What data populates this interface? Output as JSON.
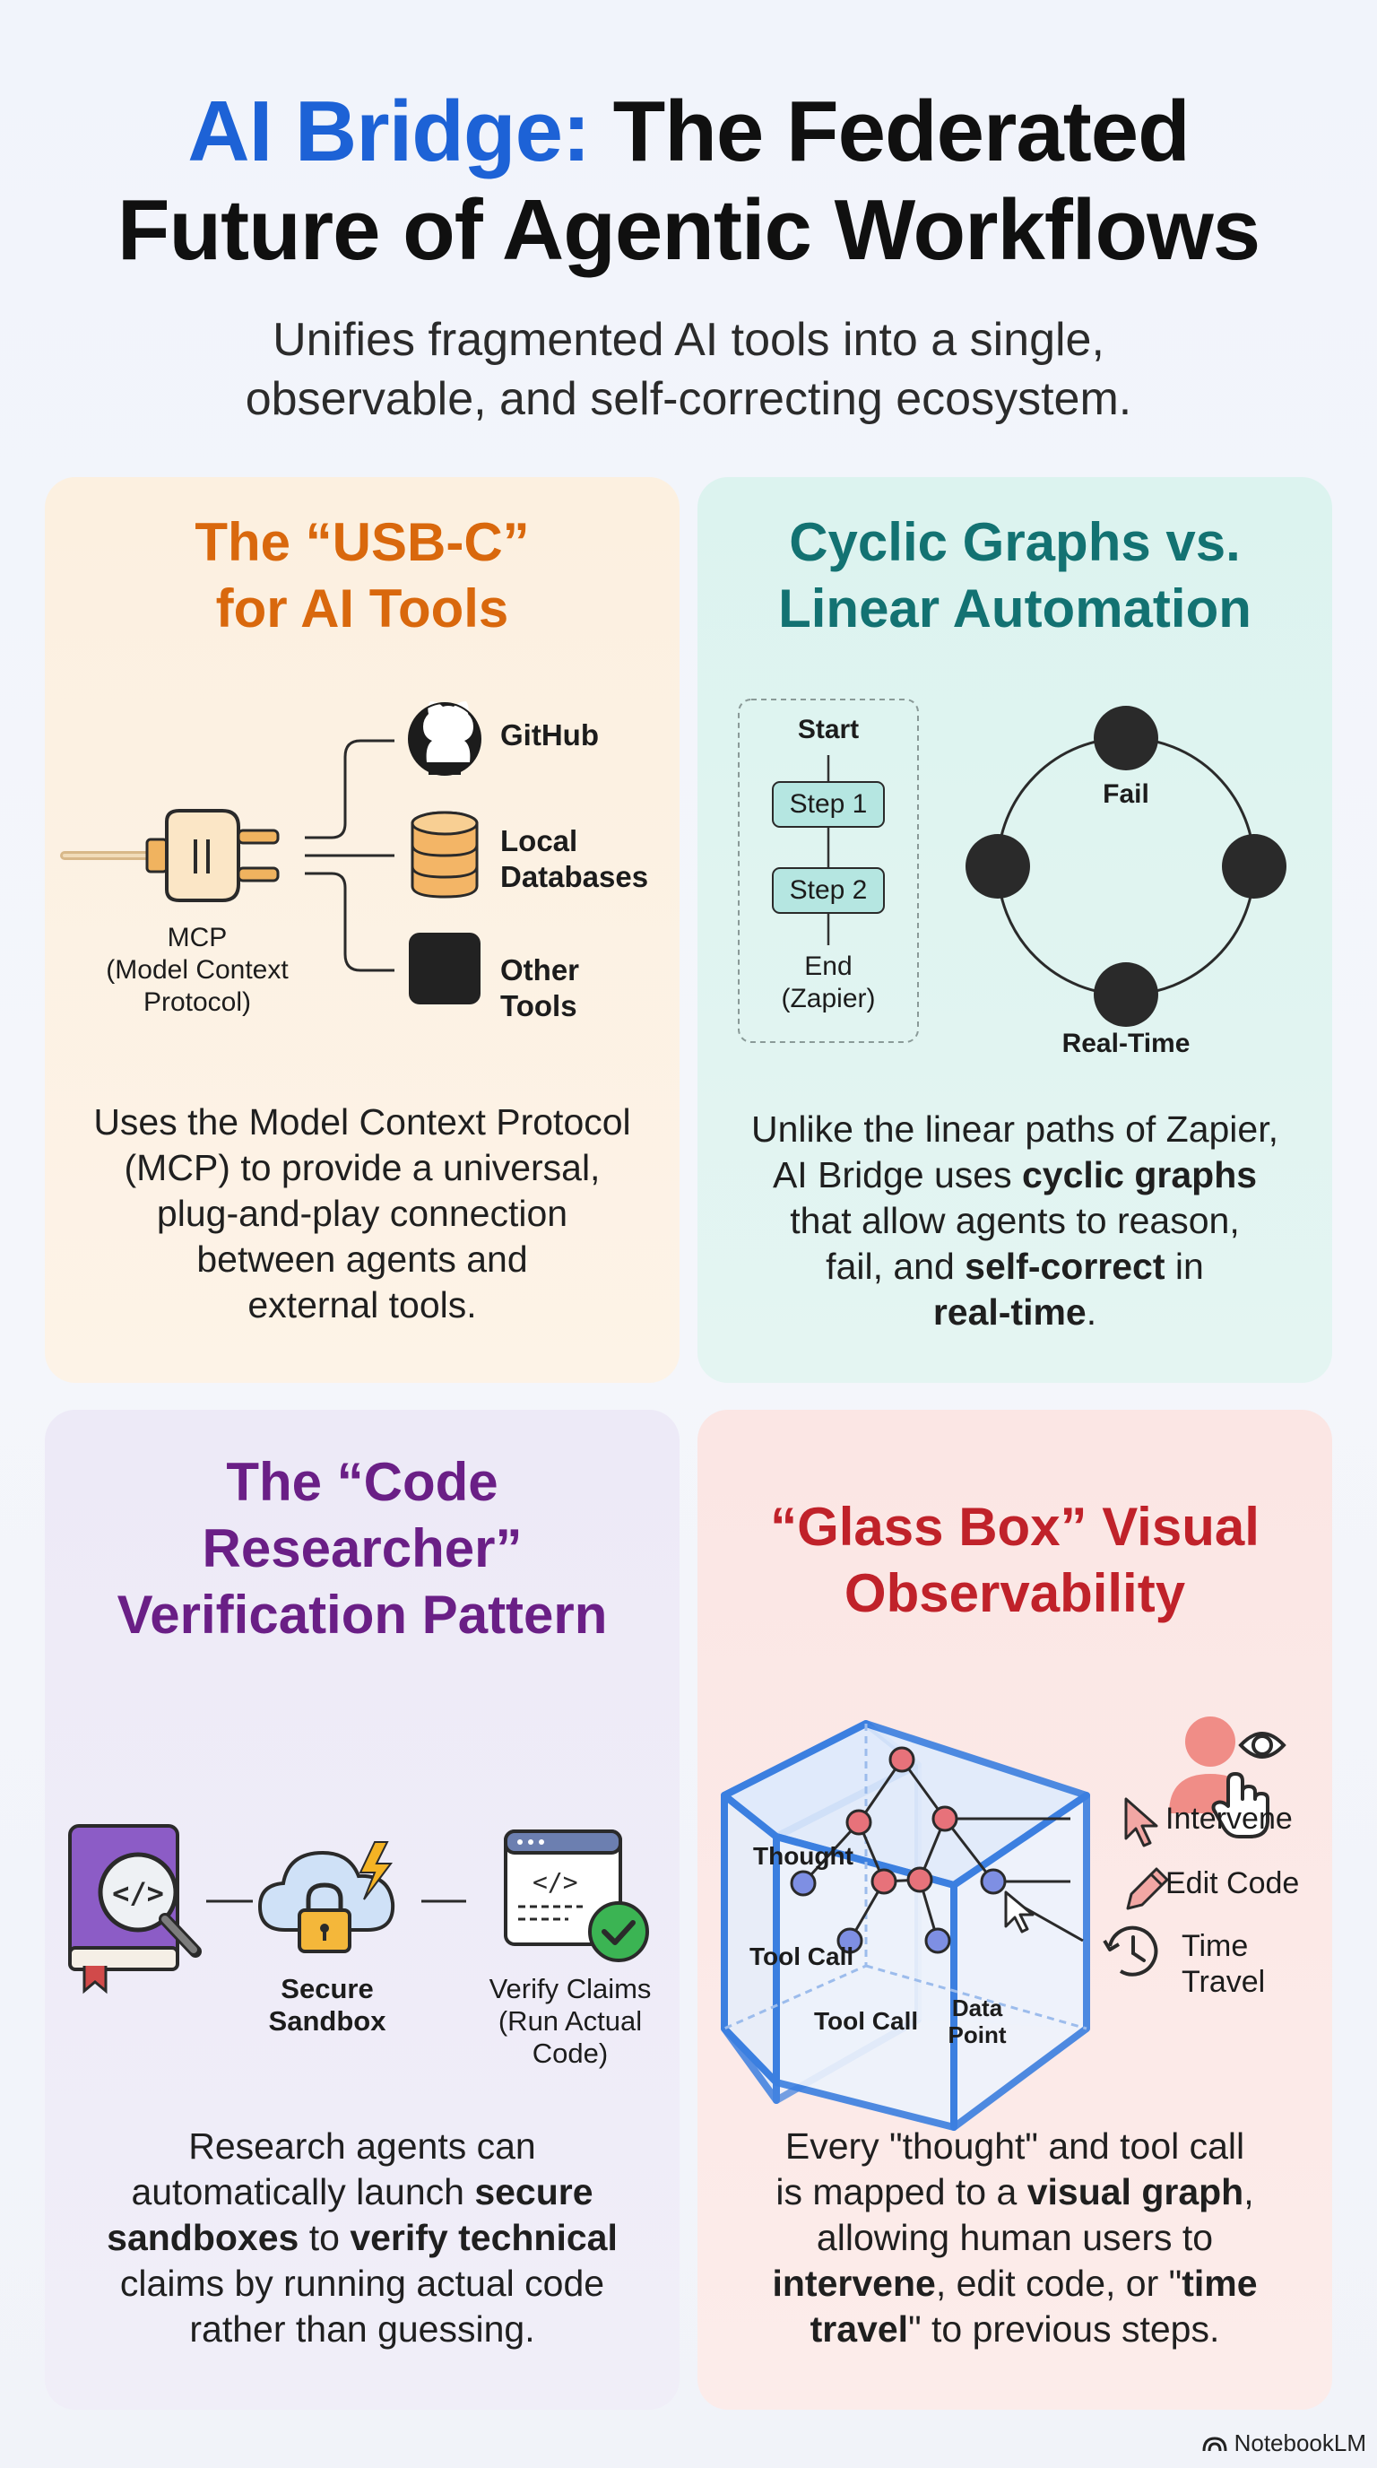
{
  "header": {
    "title_accent": "AI Bridge:",
    "title_rest_line1": "The Federated",
    "title_line2": "Future of Agentic Workflows",
    "subtitle_line1": "Unifies fragmented AI tools into a single,",
    "subtitle_line2": "observable, and self-correcting ecosystem."
  },
  "cards": {
    "usb": {
      "title_line1": "The “USB-C”",
      "title_line2": "for AI Tools",
      "accent_color": "#d9680d",
      "plug_label": "MCP",
      "plug_sublabel_line1": "(Model Context",
      "plug_sublabel_line2": "Protocol)",
      "tools": [
        "GitHub",
        "Local\nDatabases",
        "Other\nTools"
      ],
      "body_line1": "Uses the Model Context Protocol",
      "body_line2": "(MCP) to provide a universal,",
      "body_line3": "plug-and-play connection",
      "body_line4": "between agents and",
      "body_line5": "external tools."
    },
    "cyclic": {
      "title_line1": "Cyclic Graphs vs.",
      "title_line2": "Linear Automation",
      "accent_color": "#137272",
      "linear_start": "Start",
      "linear_steps": [
        "Step 1",
        "Step 2"
      ],
      "linear_end": "End",
      "linear_end_sub": "(Zapier)",
      "cycle_fail": "Fail",
      "cycle_realtime": "Real-Time",
      "body_part1": "Unlike the linear paths of Zapier,",
      "body_part2": "AI Bridge uses ",
      "body_bold1": "cyclic graphs",
      "body_part3": "that allow agents to reason,",
      "body_part4": "fail, and ",
      "body_bold2": "self-correct",
      "body_part5": " in",
      "body_bold3": "real-time",
      "body_part6": "."
    },
    "code": {
      "title_line1": "The “Code",
      "title_line2": "Researcher”",
      "title_line3": "Verification Pattern",
      "accent_color": "#6a1f86",
      "sandbox_line1": "Secure",
      "sandbox_line2": "Sandbox",
      "verify_line1": "Verify Claims",
      "verify_line2": "(Run Actual",
      "verify_line3": "Code)",
      "body_part1": "Research agents can",
      "body_part2": "automatically launch ",
      "body_bold1": "secure",
      "body_bold2": "sandboxes",
      "body_part3": " to ",
      "body_bold3": "verify technical",
      "body_part4": "claims by running actual code",
      "body_part5": "rather than guessing."
    },
    "glass": {
      "title_line1": "“Glass Box” Visual",
      "title_line2": "Observability",
      "accent_color": "#c0222a",
      "node_thought": "Thought",
      "node_toolcall_1": "Tool Call",
      "node_toolcall_2": "Tool Call",
      "node_data_line1": "Data",
      "node_data_line2": "Point",
      "action_intervene": "Intervene",
      "action_edit": "Edit Code",
      "action_time_line1": "Time",
      "action_time_line2": "Travel",
      "body_part1": "Every \"thought\" and tool call",
      "body_part2": "is mapped to a ",
      "body_bold1": "visual graph",
      "body_part3": ",",
      "body_part4": "allowing human users to",
      "body_bold2": "intervene",
      "body_part5": ", edit code, or \"",
      "body_bold3": "time",
      "body_bold4": "travel",
      "body_part6": "\" to previous steps."
    }
  },
  "footer": {
    "brand": "NotebookLM",
    "icon": "notebooklm-logo-icon"
  }
}
